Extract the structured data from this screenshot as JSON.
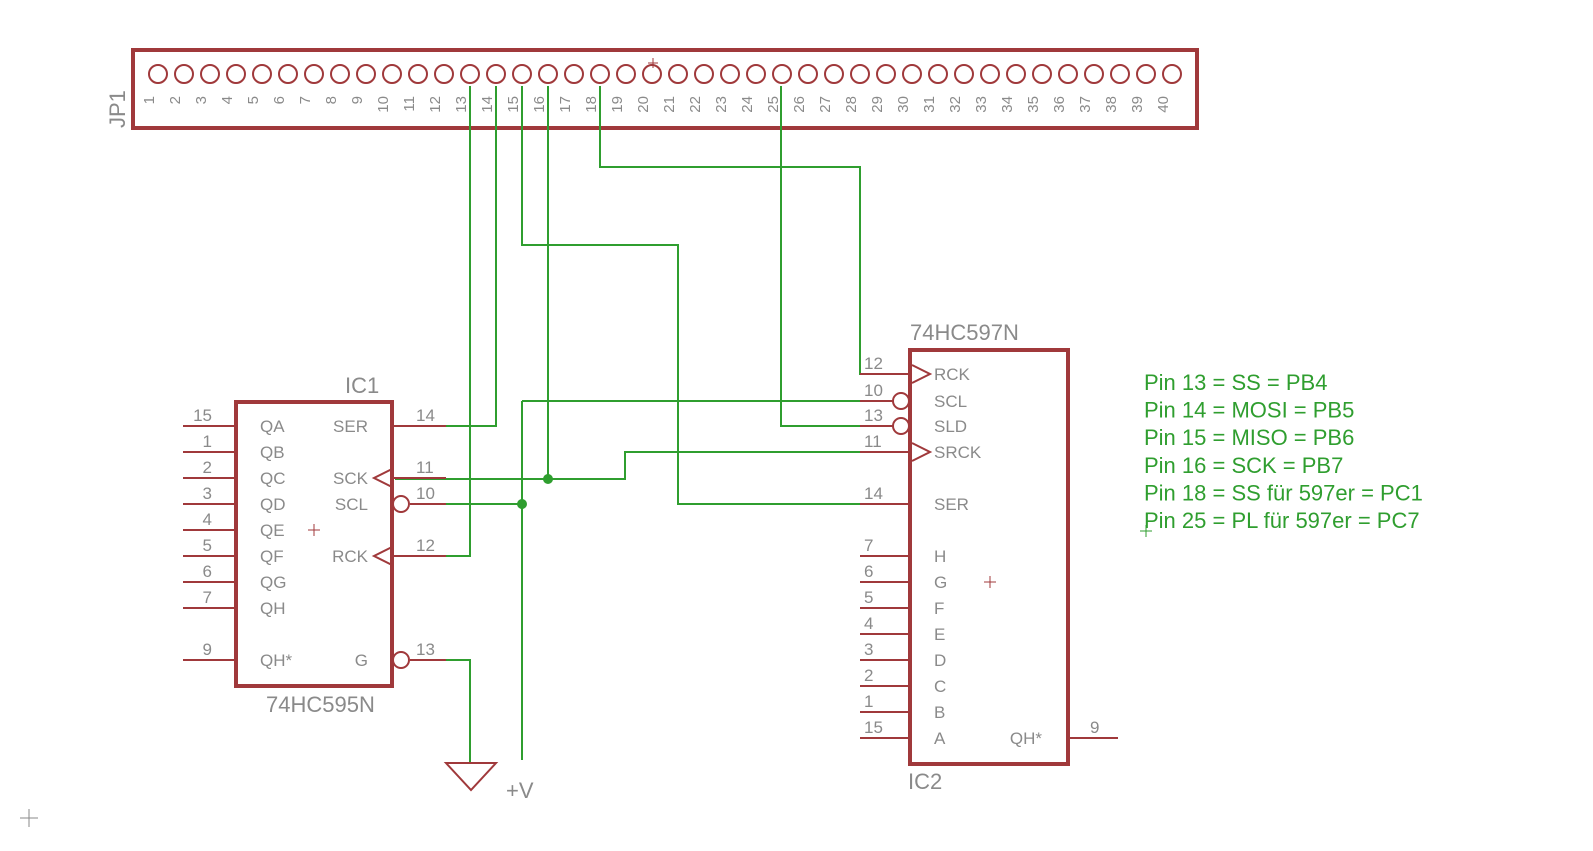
{
  "colors": {
    "part_outline": "#a0393b",
    "wire": "#2f9e2f",
    "label": "#8a8a8a",
    "note": "#2f9e2f"
  },
  "header": {
    "name": "JP1",
    "pins": [
      "1",
      "2",
      "3",
      "4",
      "5",
      "6",
      "7",
      "8",
      "9",
      "10",
      "11",
      "12",
      "13",
      "14",
      "15",
      "16",
      "17",
      "18",
      "19",
      "20",
      "21",
      "22",
      "23",
      "24",
      "25",
      "26",
      "27",
      "28",
      "29",
      "30",
      "31",
      "32",
      "33",
      "34",
      "35",
      "36",
      "37",
      "38",
      "39",
      "40"
    ]
  },
  "ic1": {
    "name": "IC1",
    "value": "74HC595N",
    "left_pins": [
      {
        "num": "15",
        "label": "QA"
      },
      {
        "num": "1",
        "label": "QB"
      },
      {
        "num": "2",
        "label": "QC"
      },
      {
        "num": "3",
        "label": "QD"
      },
      {
        "num": "4",
        "label": "QE"
      },
      {
        "num": "5",
        "label": "QF"
      },
      {
        "num": "6",
        "label": "QG"
      },
      {
        "num": "7",
        "label": "QH"
      },
      {
        "num": "9",
        "label": "QH*"
      }
    ],
    "right_pins": [
      {
        "num": "14",
        "label": "SER"
      },
      {
        "num": "11",
        "label": "SCK"
      },
      {
        "num": "10",
        "label": "SCL"
      },
      {
        "num": "12",
        "label": "RCK"
      },
      {
        "num": "13",
        "label": "G"
      }
    ]
  },
  "ic2": {
    "name": "IC2",
    "value": "74HC597N",
    "left_pins": [
      {
        "num": "12",
        "label": "RCK"
      },
      {
        "num": "10",
        "label": "SCL"
      },
      {
        "num": "13",
        "label": "SLD"
      },
      {
        "num": "11",
        "label": "SRCK"
      },
      {
        "num": "14",
        "label": "SER"
      },
      {
        "num": "7",
        "label": "H"
      },
      {
        "num": "6",
        "label": "G"
      },
      {
        "num": "5",
        "label": "F"
      },
      {
        "num": "4",
        "label": "E"
      },
      {
        "num": "3",
        "label": "D"
      },
      {
        "num": "2",
        "label": "C"
      },
      {
        "num": "1",
        "label": "B"
      },
      {
        "num": "15",
        "label": "A"
      }
    ],
    "right_pins": [
      {
        "num": "9",
        "label": "QH*"
      }
    ]
  },
  "supply": {
    "vcc_label": "+V"
  },
  "notes": [
    "Pin 13 = SS = PB4",
    "Pin 14 = MOSI = PB5",
    "Pin 15 = MISO = PB6",
    "Pin 16 = SCK = PB7",
    "Pin 18 = SS für 597er = PC1",
    "Pin 25 = PL für 597er = PC7"
  ]
}
